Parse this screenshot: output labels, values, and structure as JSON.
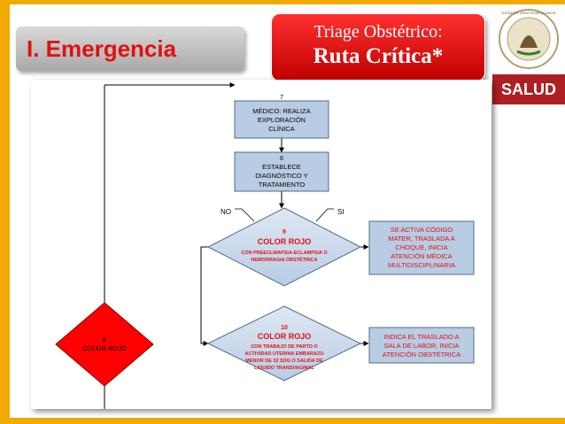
{
  "header": {
    "section_label": "I. Emergencia",
    "title_line1": "Triage Obstétrico:",
    "title_line2": "Ruta Crítica*",
    "brand_text": "SALUD",
    "seal_text": "ESTADOS UNIDOS MEXICANOS"
  },
  "colors": {
    "accent_orange": "#f2a900",
    "alert_red": "#e01010",
    "node_blue": "#b8cce4",
    "brand_red": "#ad1f23"
  },
  "flowchart": {
    "node7": {
      "number": "7",
      "lines": [
        "MÉDICO: REALIZA",
        "EXPLORACIÓN",
        "CLÍNICA"
      ]
    },
    "node8": {
      "number": "8",
      "lines": [
        "ESTABLECE",
        "DIAGNÓSTICO Y",
        "TRATAMIENTO"
      ]
    },
    "label_no": "NO",
    "label_si": "SI",
    "node9": {
      "number": "9",
      "title": "COLOR ROJO",
      "lines": [
        "CON PREECLMAPSIA-ECLAMPSIA O",
        "HEMORRAGIA OBSTÉTRICA"
      ]
    },
    "action9": {
      "lines": [
        "SE ACTIVA CÓDIGO",
        "MATER, TRASLADA A",
        "CHOQUE, INICIA",
        "ATENCIÓN MÉDICA",
        "MULTIDISCIPLINARIA"
      ]
    },
    "node10": {
      "number": "10",
      "title": "COLOR ROJO",
      "lines": [
        "CON TRABAJO DE PARTO O",
        "ACTIVIDAD UTERINA EMBARAZO",
        "MENOR DE 32 SDG O SALIDA DE",
        "LIQUIDO TRANSVAGINAL"
      ]
    },
    "action10": {
      "lines": [
        "INDICA EL TRASLADO A",
        "SALA DE LABOR, INICIA",
        "ATENCIÓN OBSTÉTRICA"
      ]
    },
    "node6": {
      "number": "6",
      "title": "COLOR ROJO"
    }
  }
}
